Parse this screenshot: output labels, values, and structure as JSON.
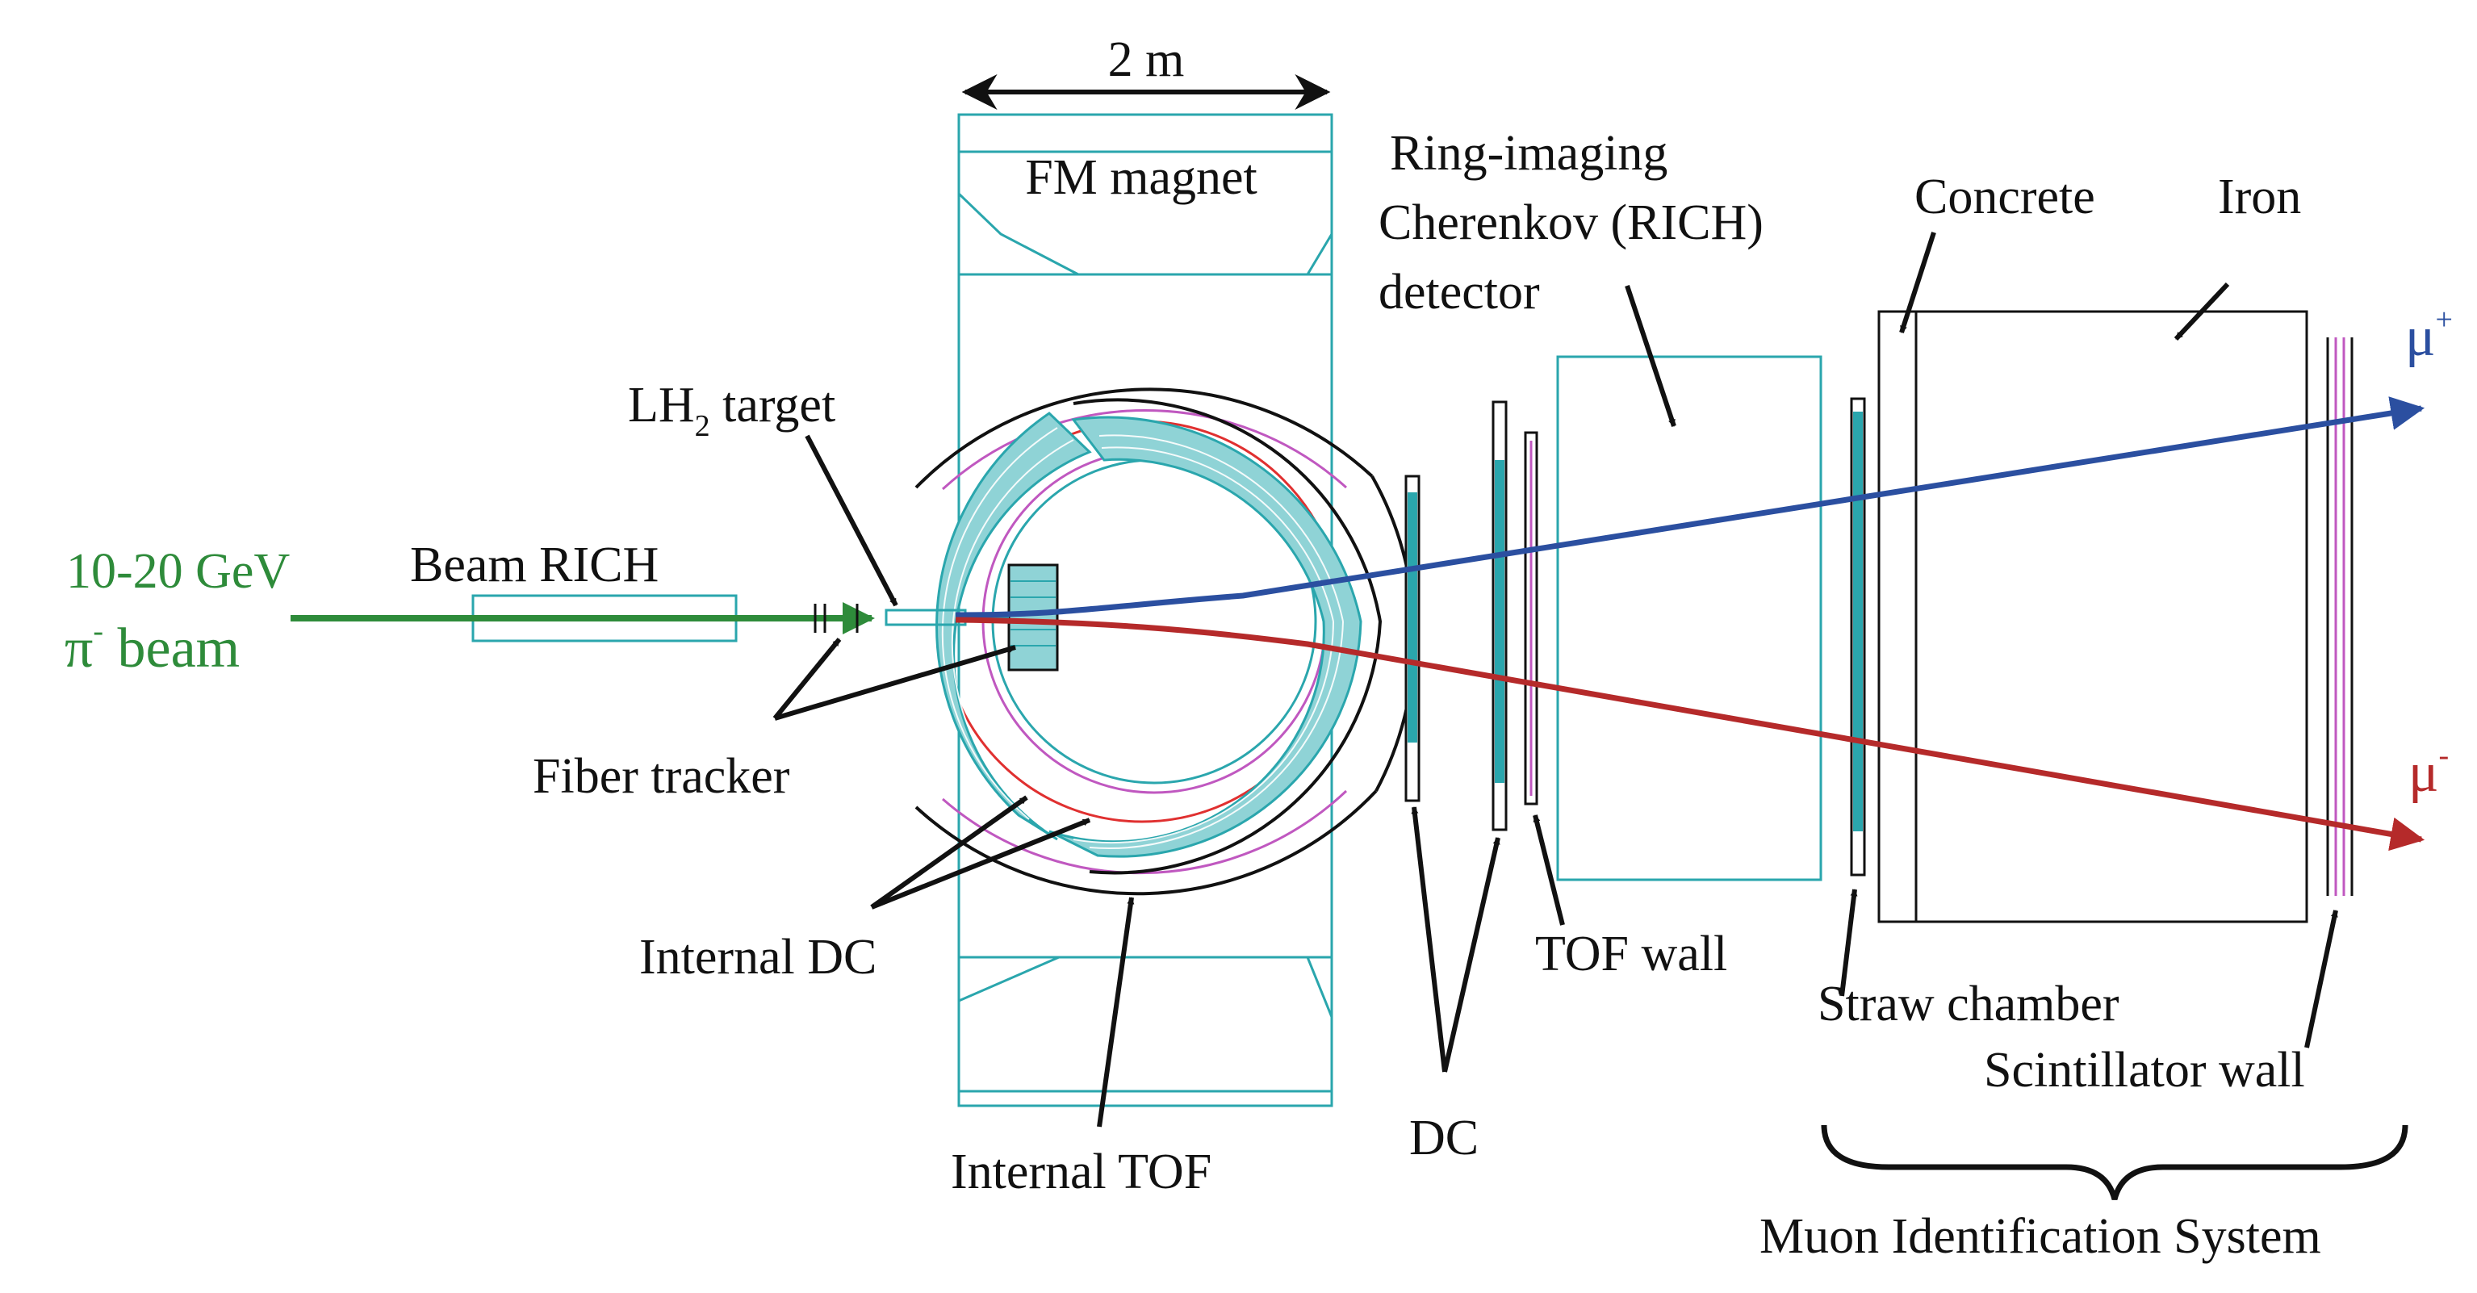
{
  "colors": {
    "ink": "#111111",
    "detector": "#2aa6ad",
    "detector_fill": "#8fd3d6",
    "magenta": "#c058c0",
    "red_ring": "#e03030",
    "beam_green": "#2e8b3a",
    "mu_plus": "#2b4fa0",
    "mu_minus": "#b52a2a"
  },
  "labels": {
    "scale": "2 m",
    "fm_magnet": "FM magnet",
    "rich_1": "Ring-imaging",
    "rich_2": "Cherenkov (RICH)",
    "rich_3": "detector",
    "concrete": "Concrete",
    "iron": "Iron",
    "mu_plus": "μ",
    "mu_plus_sup": "+",
    "mu_minus": "μ",
    "mu_minus_sup": "-",
    "lh2_a": "LH",
    "lh2_sub": "2",
    "lh2_b": " target",
    "energy": "10-20 GeV",
    "beam_pi": "π",
    "beam_pi_sup": "-",
    "beam_word": " beam",
    "beam_rich": "Beam RICH",
    "fiber_tracker": "Fiber tracker",
    "internal_dc": "Internal DC",
    "internal_tof": "Internal TOF",
    "dc": "DC",
    "tof_wall": "TOF wall",
    "straw_chamber": "Straw chamber",
    "scintillator_wall": "Scintillator wall",
    "muon_id": "Muon Identification System"
  }
}
